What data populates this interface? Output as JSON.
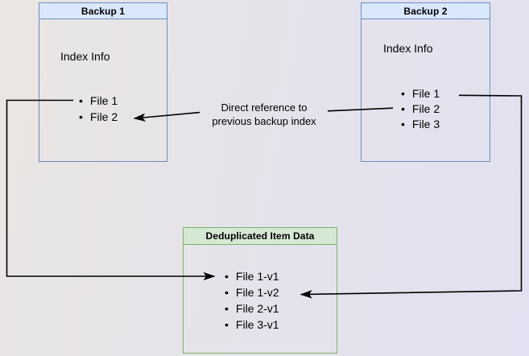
{
  "colors": {
    "bg-start": "#eae6e3",
    "bg-mid": "#e5e3ea",
    "bg-end": "#e1e1f1",
    "blue-fill": "#dae8fc",
    "blue-border": "#6c8ebf",
    "green-fill": "#d5e8d4",
    "green-border": "#82b366",
    "connector": "#000000",
    "text": "#000000"
  },
  "nodes": {
    "backup1": {
      "title": "Backup 1",
      "label": "Index Info",
      "items": [
        "File 1",
        "File 2"
      ]
    },
    "backup2": {
      "title": "Backup 2",
      "label": "Index Info",
      "items": [
        "File 1",
        "File 2",
        "File 3"
      ]
    },
    "dedup": {
      "title": "Deduplicated Item Data",
      "items": [
        "File 1-v1",
        "File 1-v2",
        "File 2-v1",
        "File 3-v1"
      ]
    }
  },
  "annotations": {
    "direct_reference": {
      "line1": "Direct reference to",
      "line2": "previous backup index"
    }
  }
}
